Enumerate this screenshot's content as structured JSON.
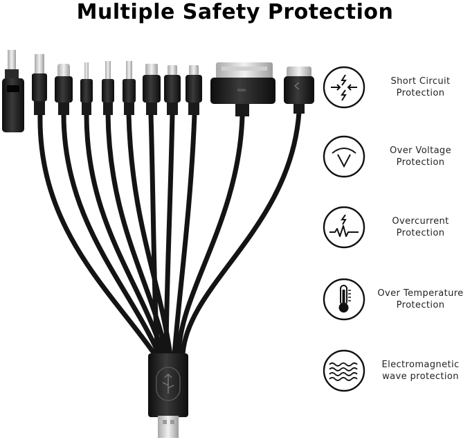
{
  "title": "Multiple Safety Protection",
  "features": [
    {
      "icon": "short-circuit-icon",
      "line1": "Short Circuit",
      "line2": "Protection"
    },
    {
      "icon": "voltage-gauge-icon",
      "line1": "Over Voltage",
      "line2": "Protection"
    },
    {
      "icon": "current-spike-icon",
      "line1": "Overcurrent",
      "line2": "Protection"
    },
    {
      "icon": "thermometer-icon",
      "line1": "Over Temperature",
      "line2": "Protection"
    },
    {
      "icon": "wave-icon",
      "line1": "Electromagnetic",
      "line2": "wave protection"
    }
  ],
  "colors": {
    "cable": "#141414",
    "connector_dark": "#1c1c1c",
    "metal": "#d6d6d6",
    "icon_ring": "#111111"
  }
}
